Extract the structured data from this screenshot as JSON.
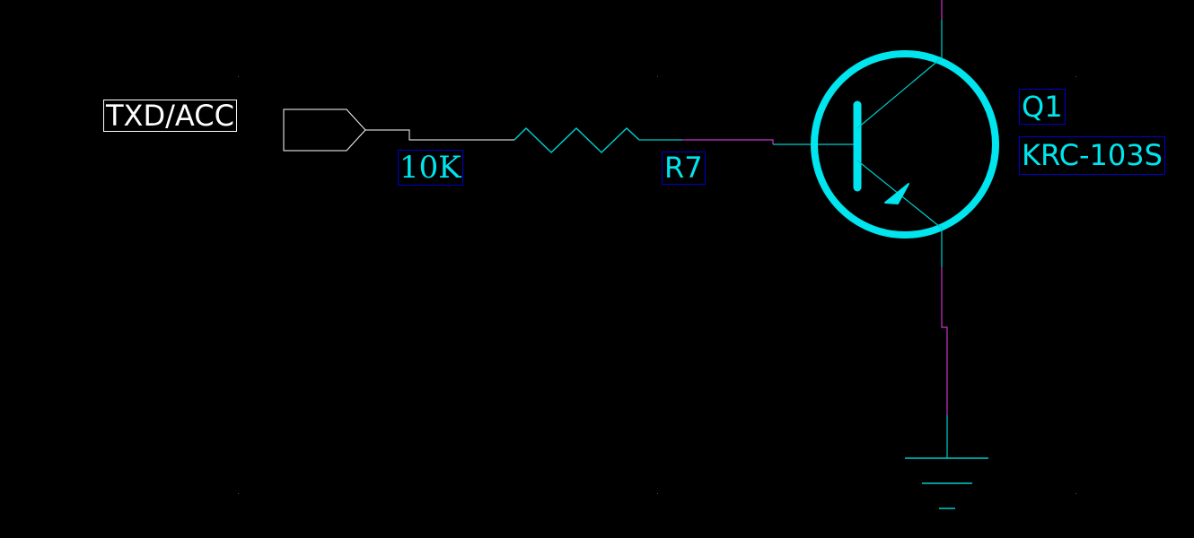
{
  "schematic": {
    "net_port": {
      "label": "TXD/ACC"
    },
    "resistor": {
      "reference": "R7",
      "value": "10K"
    },
    "transistor": {
      "reference": "Q1",
      "part_number": "KRC-103S"
    },
    "ground": {
      "symbol": "ground-symbol"
    }
  },
  "colors": {
    "background": "#000000",
    "wire": "#00cccc",
    "wire_selected": "#cc33cc",
    "component": "#00e5ee",
    "label_border": "#0000cc",
    "port": "#ffffff"
  }
}
